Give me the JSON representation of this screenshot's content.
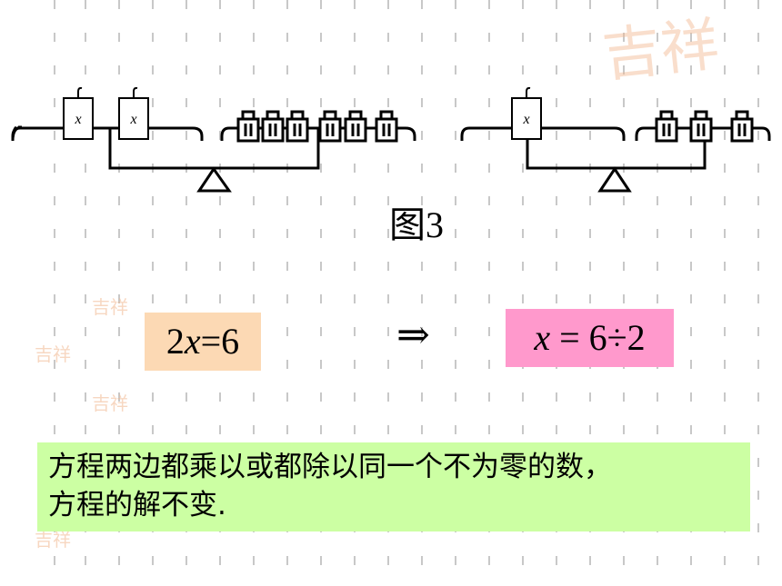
{
  "figure": {
    "caption": "图3",
    "weight_label": "x"
  },
  "equations": {
    "left": {
      "coef": "2",
      "var": "x",
      "rest": "=6"
    },
    "arrow": "⇒",
    "right": {
      "var": "x",
      "rest": " = 6÷2"
    }
  },
  "rule": {
    "line1": "方程两边都乘以或都除以同一个不为零的数，",
    "line2": "方程的解不变."
  },
  "watermark": {
    "text": "吉祥"
  },
  "colors": {
    "left_box": "#fcd9b4",
    "right_box": "#ff99cc",
    "note_box": "#ccffa3",
    "stamp": "#f2b890"
  }
}
